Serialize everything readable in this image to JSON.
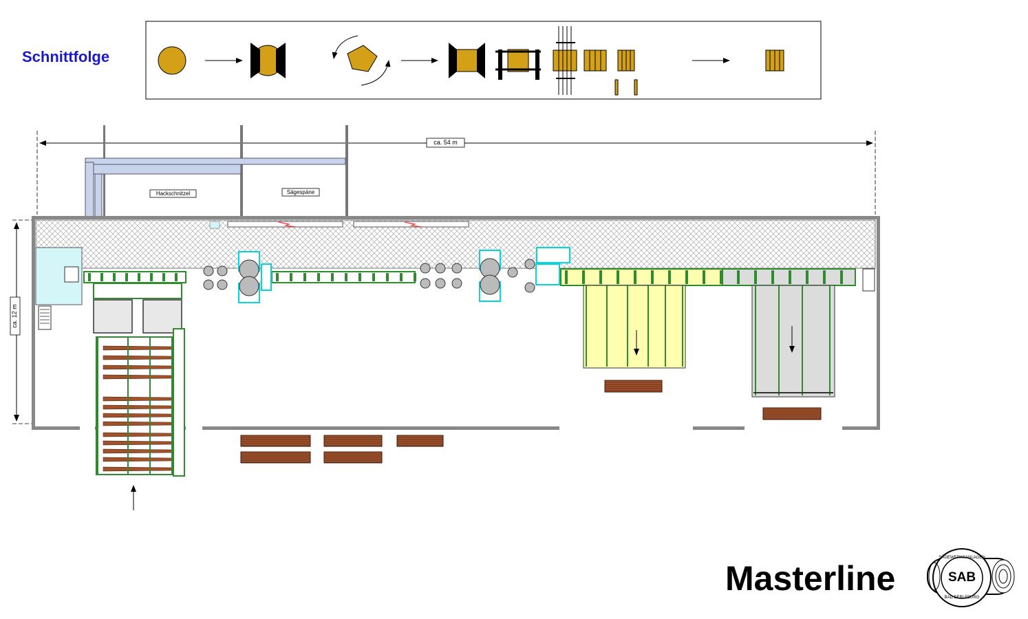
{
  "header": {
    "schnittfolge_label": "Schnittfolge"
  },
  "plan": {
    "length_label": "ca. 54 m",
    "width_label": "ca. 12 m",
    "bin_chips_label": "Hackschnitzel",
    "bin_sawdust_label": "Sägespäne"
  },
  "brand": {
    "product_name": "Masterline",
    "logo_center_text": "SAB",
    "logo_ring_top": "SÄGEWERKSANLAGEN",
    "logo_ring_bottom": "BAD BERLEBURG"
  },
  "colors": {
    "wood": "#d4a017",
    "board": "#a0522d",
    "machine_cyan": "#00d5e0",
    "conveyor_green": "#2e8b2e",
    "sorting_yellow": "#ffffb0",
    "sorting_gray": "#dcdcdc",
    "bin_blue": "#c8d4ec",
    "title_blue": "#1a1acc"
  }
}
